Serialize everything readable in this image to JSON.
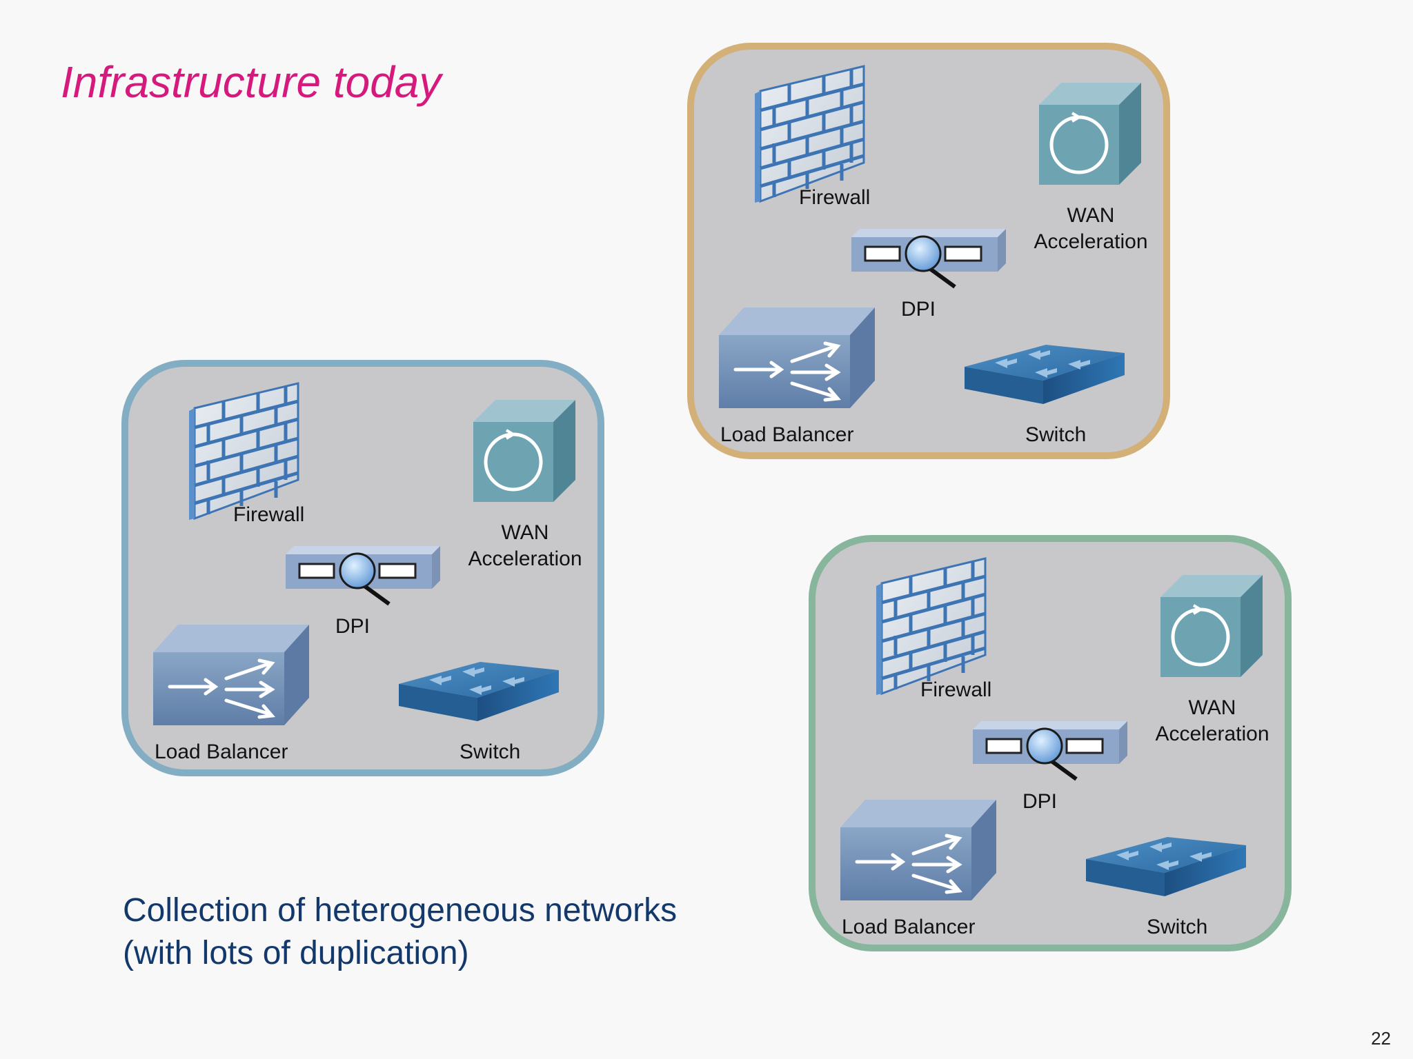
{
  "slide": {
    "title": "Infrastructure today",
    "caption_line1": "Collection of heterogeneous networks",
    "caption_line2": "(with lots of duplication)",
    "page_number": "22"
  },
  "clusters": [
    {
      "id": "left",
      "border_color": "#82adc3",
      "labels": {
        "firewall": "Firewall",
        "wan_line1": "WAN",
        "wan_line2": "Acceleration",
        "dpi": "DPI",
        "load_balancer": "Load Balancer",
        "switch": "Switch"
      }
    },
    {
      "id": "top",
      "border_color": "#d3b077",
      "labels": {
        "firewall": "Firewall",
        "wan_line1": "WAN",
        "wan_line2": "Acceleration",
        "dpi": "DPI",
        "load_balancer": "Load Balancer",
        "switch": "Switch"
      }
    },
    {
      "id": "bottom",
      "border_color": "#88b69c",
      "labels": {
        "firewall": "Firewall",
        "wan_line1": "WAN",
        "wan_line2": "Acceleration",
        "dpi": "DPI",
        "load_balancer": "Load Balancer",
        "switch": "Switch"
      }
    }
  ],
  "icons": [
    "firewall-icon",
    "wan-acceleration-icon",
    "dpi-icon",
    "load-balancer-icon",
    "switch-icon"
  ],
  "colors": {
    "title": "#d6197d",
    "caption": "#13386b",
    "cluster_fill": "#c8c8cb"
  }
}
